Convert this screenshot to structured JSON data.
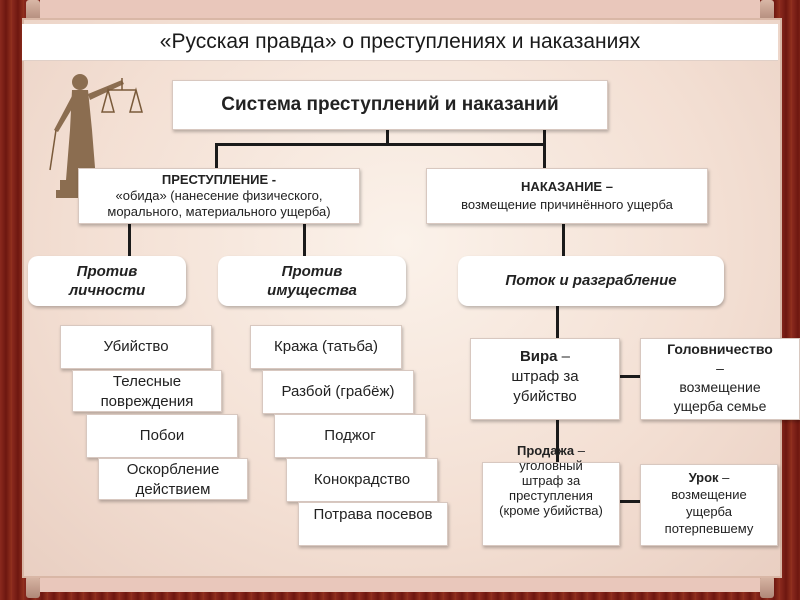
{
  "title": "«Русская правда» о преступлениях и наказаниях",
  "system": "Система преступлений и наказаний",
  "crime": {
    "line1": "ПРЕСТУПЛЕНИЕ -",
    "line2": "«обида» (нанесение физического,",
    "line3": "морального, материального ущерба)"
  },
  "punishment": {
    "head": "НАКАЗАНИЕ –",
    "line2": "возмещение причинённого ущерба"
  },
  "against_person": {
    "line1": "Против",
    "line2": "личности"
  },
  "against_property": {
    "line1": "Против",
    "line2": "имущества"
  },
  "potok": "Поток и разграбление",
  "person_items": [
    "Убийство",
    "Телесные повреждения",
    "Побои",
    "Оскорбление действием"
  ],
  "property_items": [
    "Кража (татьба)",
    "Разбой (грабёж)",
    "Поджог",
    "Конокрадство",
    "Потрава посевов"
  ],
  "vira": {
    "head": "Вира",
    "dash": " –",
    "text": "штраф за убийство"
  },
  "golovnichestvo": {
    "head": "Головничество",
    "dash": "–",
    "text": "возмещение ущерба семье"
  },
  "prodazha": {
    "head": "Продажа",
    "dash": " –",
    "text": "уголовный штраф за преступления (кроме убийства)"
  },
  "urok": {
    "head": "Урок",
    "dash": " –",
    "text": "возмещение ущерба потерпевшему"
  }
}
